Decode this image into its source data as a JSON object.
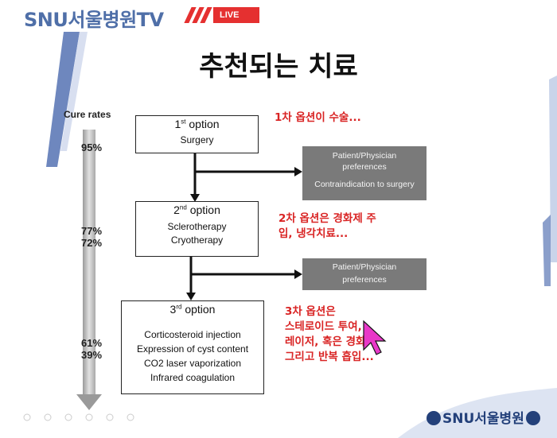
{
  "header": {
    "brand": "SNU서울병원TV",
    "live_label": "LIVE"
  },
  "slide": {
    "title": "추천되는 치료",
    "cure_rates_label": "Cure rates",
    "rates": {
      "first": "95%",
      "second_a": "77%",
      "second_b": "72%",
      "third_a": "61%",
      "third_b": "39%"
    },
    "option1": {
      "num": "1",
      "sup": "st",
      "word": " option",
      "lines": [
        "Surgery"
      ]
    },
    "option2": {
      "num": "2",
      "sup": "nd",
      "word": " option",
      "lines": [
        "Sclerotherapy",
        "Cryotherapy"
      ]
    },
    "option3": {
      "num": "3",
      "sup": "rd",
      "word": " option",
      "lines": [
        "Corticosteroid injection",
        "Expression of cyst content",
        "CO2 laser vaporization",
        "Infrared coagulation"
      ]
    },
    "side1": {
      "line1": "Patient/Physician",
      "line2": "preferences",
      "line3": "Contraindication to surgery"
    },
    "side2": {
      "line1": "Patient/Physician",
      "line2": "preferences"
    }
  },
  "annotations": {
    "note1": "1차 옵션이 수술...",
    "note2_line1": "2차 옵션은 경화제 주",
    "note2_line2": "입, 냉각치료...",
    "note3_line1": "3차 옵션은",
    "note3_line2": "스테로이드 투여,",
    "note3_line3": "레이저, 혹은 경화,",
    "note3_line4": "그리고 반복 흡입..."
  },
  "footer": {
    "logo_text": "SNU서울병원"
  },
  "colors": {
    "brand": "#4f6fa8",
    "live_red": "#e53030",
    "note_red": "#d92424",
    "gray_box": "#7a7a7a",
    "logo_navy": "#23407a"
  }
}
